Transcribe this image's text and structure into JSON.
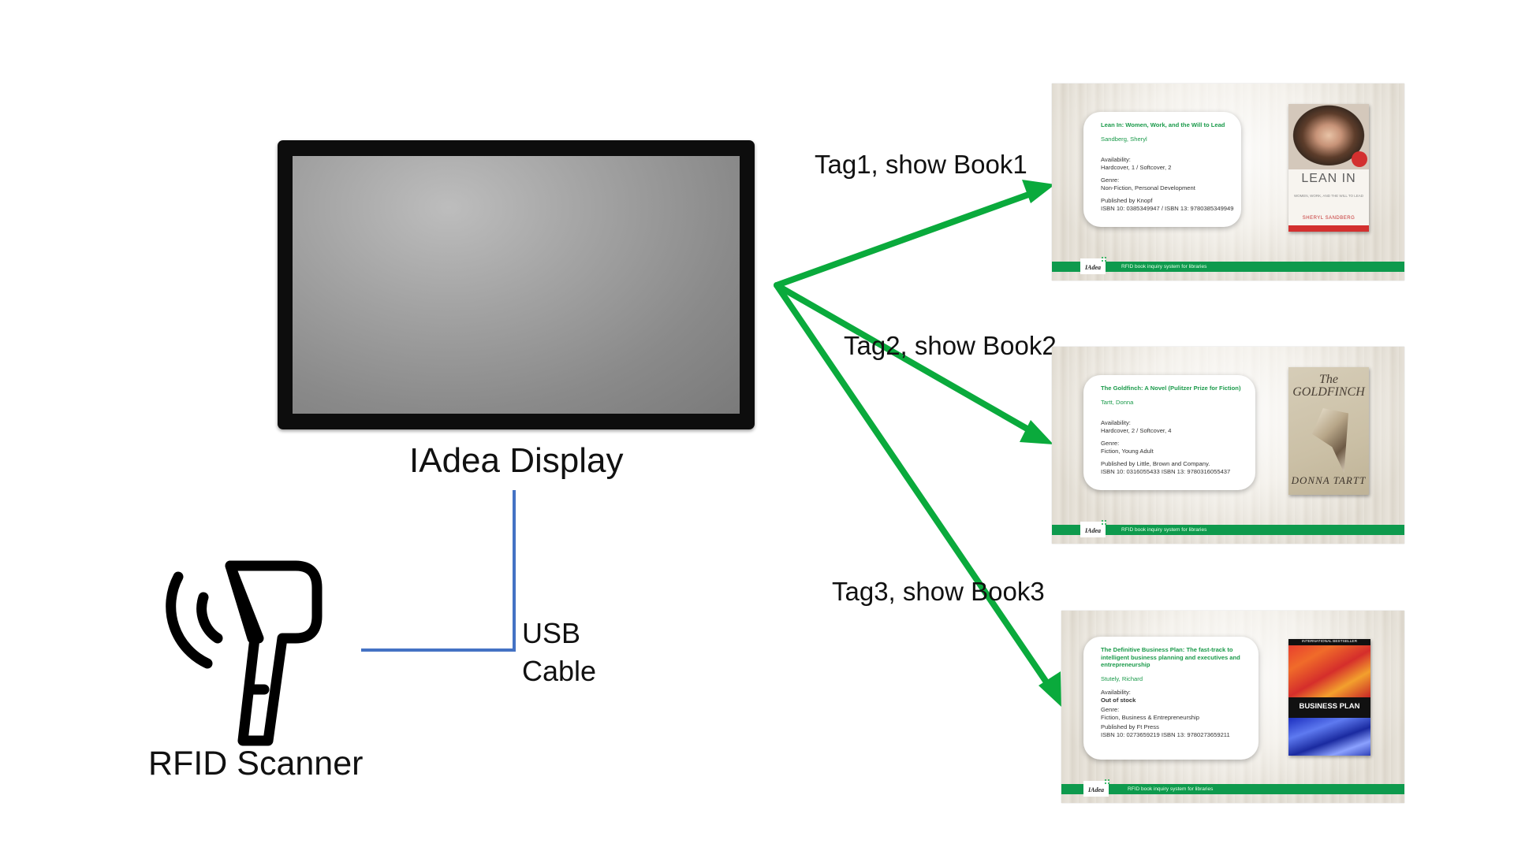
{
  "diagram": {
    "display_label": "IAdea Display",
    "usb_label_line1": "USB",
    "usb_label_line2": "Cable",
    "scanner_label": "RFID Scanner",
    "tags": [
      "Tag1, show Book1",
      "Tag2, show Book2",
      "Tag3, show Book3"
    ]
  },
  "colors": {
    "arrow": "#0aaa3c",
    "cable": "#4472c4",
    "footer": "#0e9a4d",
    "accent_text": "#1a9a4a"
  },
  "footer_text": "RFID book inquiry system for libraries",
  "logo_text": "IAdea",
  "books": [
    {
      "title": "Lean In: Women, Work, and the Will to Lead",
      "author": "Sandberg, Sheryl",
      "availability_label": "Availability:",
      "availability": "Hardcover, 1 / Softcover, 2",
      "genre_label": "Genre:",
      "genre": "Non-Fiction, Personal Development",
      "published": "Published by Knopf",
      "isbn": "ISBN 10: 0385349947 / ISBN 13: 9780385349949",
      "cover_title": "LEAN IN",
      "cover_subtitle": "WOMEN, WORK, AND THE WILL TO LEAD",
      "cover_author": "SHERYL SANDBERG"
    },
    {
      "title": "The Goldfinch: A Novel (Pulitzer Prize for Fiction)",
      "author": "Tartt, Donna",
      "availability_label": "Availability:",
      "availability": "Hardcover, 2 / Softcover, 4",
      "genre_label": "Genre:",
      "genre": "Fiction, Young Adult",
      "published": "Published by Little, Brown and Company.",
      "isbn": "ISBN 10: 0316055433 ISBN 13: 9780316055437",
      "cover_title_1": "The",
      "cover_title_2": "GOLDFINCH",
      "cover_author": "DONNA TARTT"
    },
    {
      "title": "The Definitive Business Plan: The fast-track to intelligent business planning and executives and entrepreneurship",
      "author": "Stutely, Richard",
      "availability_label": "Availability:",
      "availability": "Out of stock",
      "genre_label": "Genre:",
      "genre": "Fiction, Business & Entrepreneurship",
      "published": "Published by Ft Press",
      "isbn": "ISBN 10: 0273659219 ISBN 13: 9780273659211",
      "cover_banner": "INTERNATIONAL BESTSELLER",
      "cover_title": "BUSINESS PLAN"
    }
  ]
}
